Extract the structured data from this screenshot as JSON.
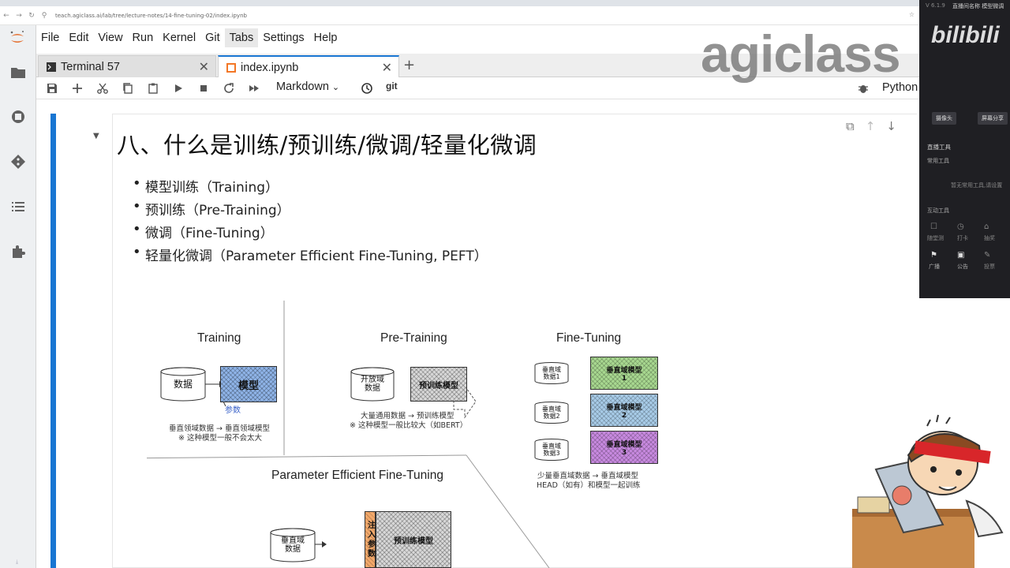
{
  "browser": {
    "url": "teach.agiclass.ai/lab/tree/lecture-notes/14-fine-tuning-02/index.ipynb"
  },
  "menubar": {
    "items": [
      "File",
      "Edit",
      "View",
      "Run",
      "Kernel",
      "Git",
      "Tabs",
      "Settings",
      "Help"
    ],
    "active": "Tabs"
  },
  "tabs": [
    {
      "label": "Terminal 57",
      "active": false
    },
    {
      "label": "index.ipynb",
      "active": true
    }
  ],
  "toolbar": {
    "cell_type": "Markdown",
    "git_label": "git",
    "kernel_name": "Python"
  },
  "cell": {
    "heading": "八、什么是训练/预训练/微调/轻量化微调",
    "bullets": [
      "模型训练（Training）",
      "预训练（Pre-Training）",
      "微调（Fine-Tuning）",
      "轻量化微调（Parameter Efficient Fine-Tuning, PEFT）"
    ]
  },
  "figure": {
    "training": {
      "title": "Training",
      "data_label": "数据",
      "model_label": "模型",
      "param_label": "参数",
      "caption_1": "垂直领域数据 → 垂直领域模型",
      "caption_2": "※ 这种模型一般不会太大"
    },
    "pretraining": {
      "title": "Pre-Training",
      "data_label_1": "开放域",
      "data_label_2": "数据",
      "model_label": "预训练模型",
      "caption_1": "大量通用数据 → 预训练模型",
      "caption_2": "※ 这种模型一般比较大（如BERT）"
    },
    "finetuning": {
      "title": "Fine-Tuning",
      "rows": [
        {
          "data_1": "垂直域",
          "data_2": "数据1",
          "model": "垂直域模型",
          "num": "1"
        },
        {
          "data_1": "垂直域",
          "data_2": "数据2",
          "model": "垂直域模型",
          "num": "2"
        },
        {
          "data_1": "垂直域",
          "data_2": "数据3",
          "model": "垂直域模型",
          "num": "3"
        }
      ],
      "caption_1": "少量垂直域数据 → 垂直域模型",
      "caption_2": "HEAD（如有）和模型一起训练"
    },
    "peft": {
      "title": "Parameter Efficient Fine-Tuning",
      "data_label_1": "垂直域",
      "data_label_2": "数据",
      "inject_label": "注入参数",
      "model_label": "预训练模型"
    }
  },
  "live_panel": {
    "version": "V 6.1.9",
    "title": "直播间名称 模型微调",
    "tools_header": "直播工具",
    "common_tools": "常用工具",
    "no_tools": "暂无常用工具,请设置",
    "interactive_tools": "互动工具",
    "btn_camera": "摄像头",
    "btn_screen": "屏幕分享",
    "tool_labels": [
      "随堂测",
      "打卡",
      "抽奖",
      "广播",
      "公告",
      "投票"
    ]
  },
  "watermark": {
    "agiclass": "agiclass",
    "bilibili": "bilibili"
  },
  "colors": {
    "accent": "#1976d2",
    "cell_bar": "#1976d2"
  }
}
